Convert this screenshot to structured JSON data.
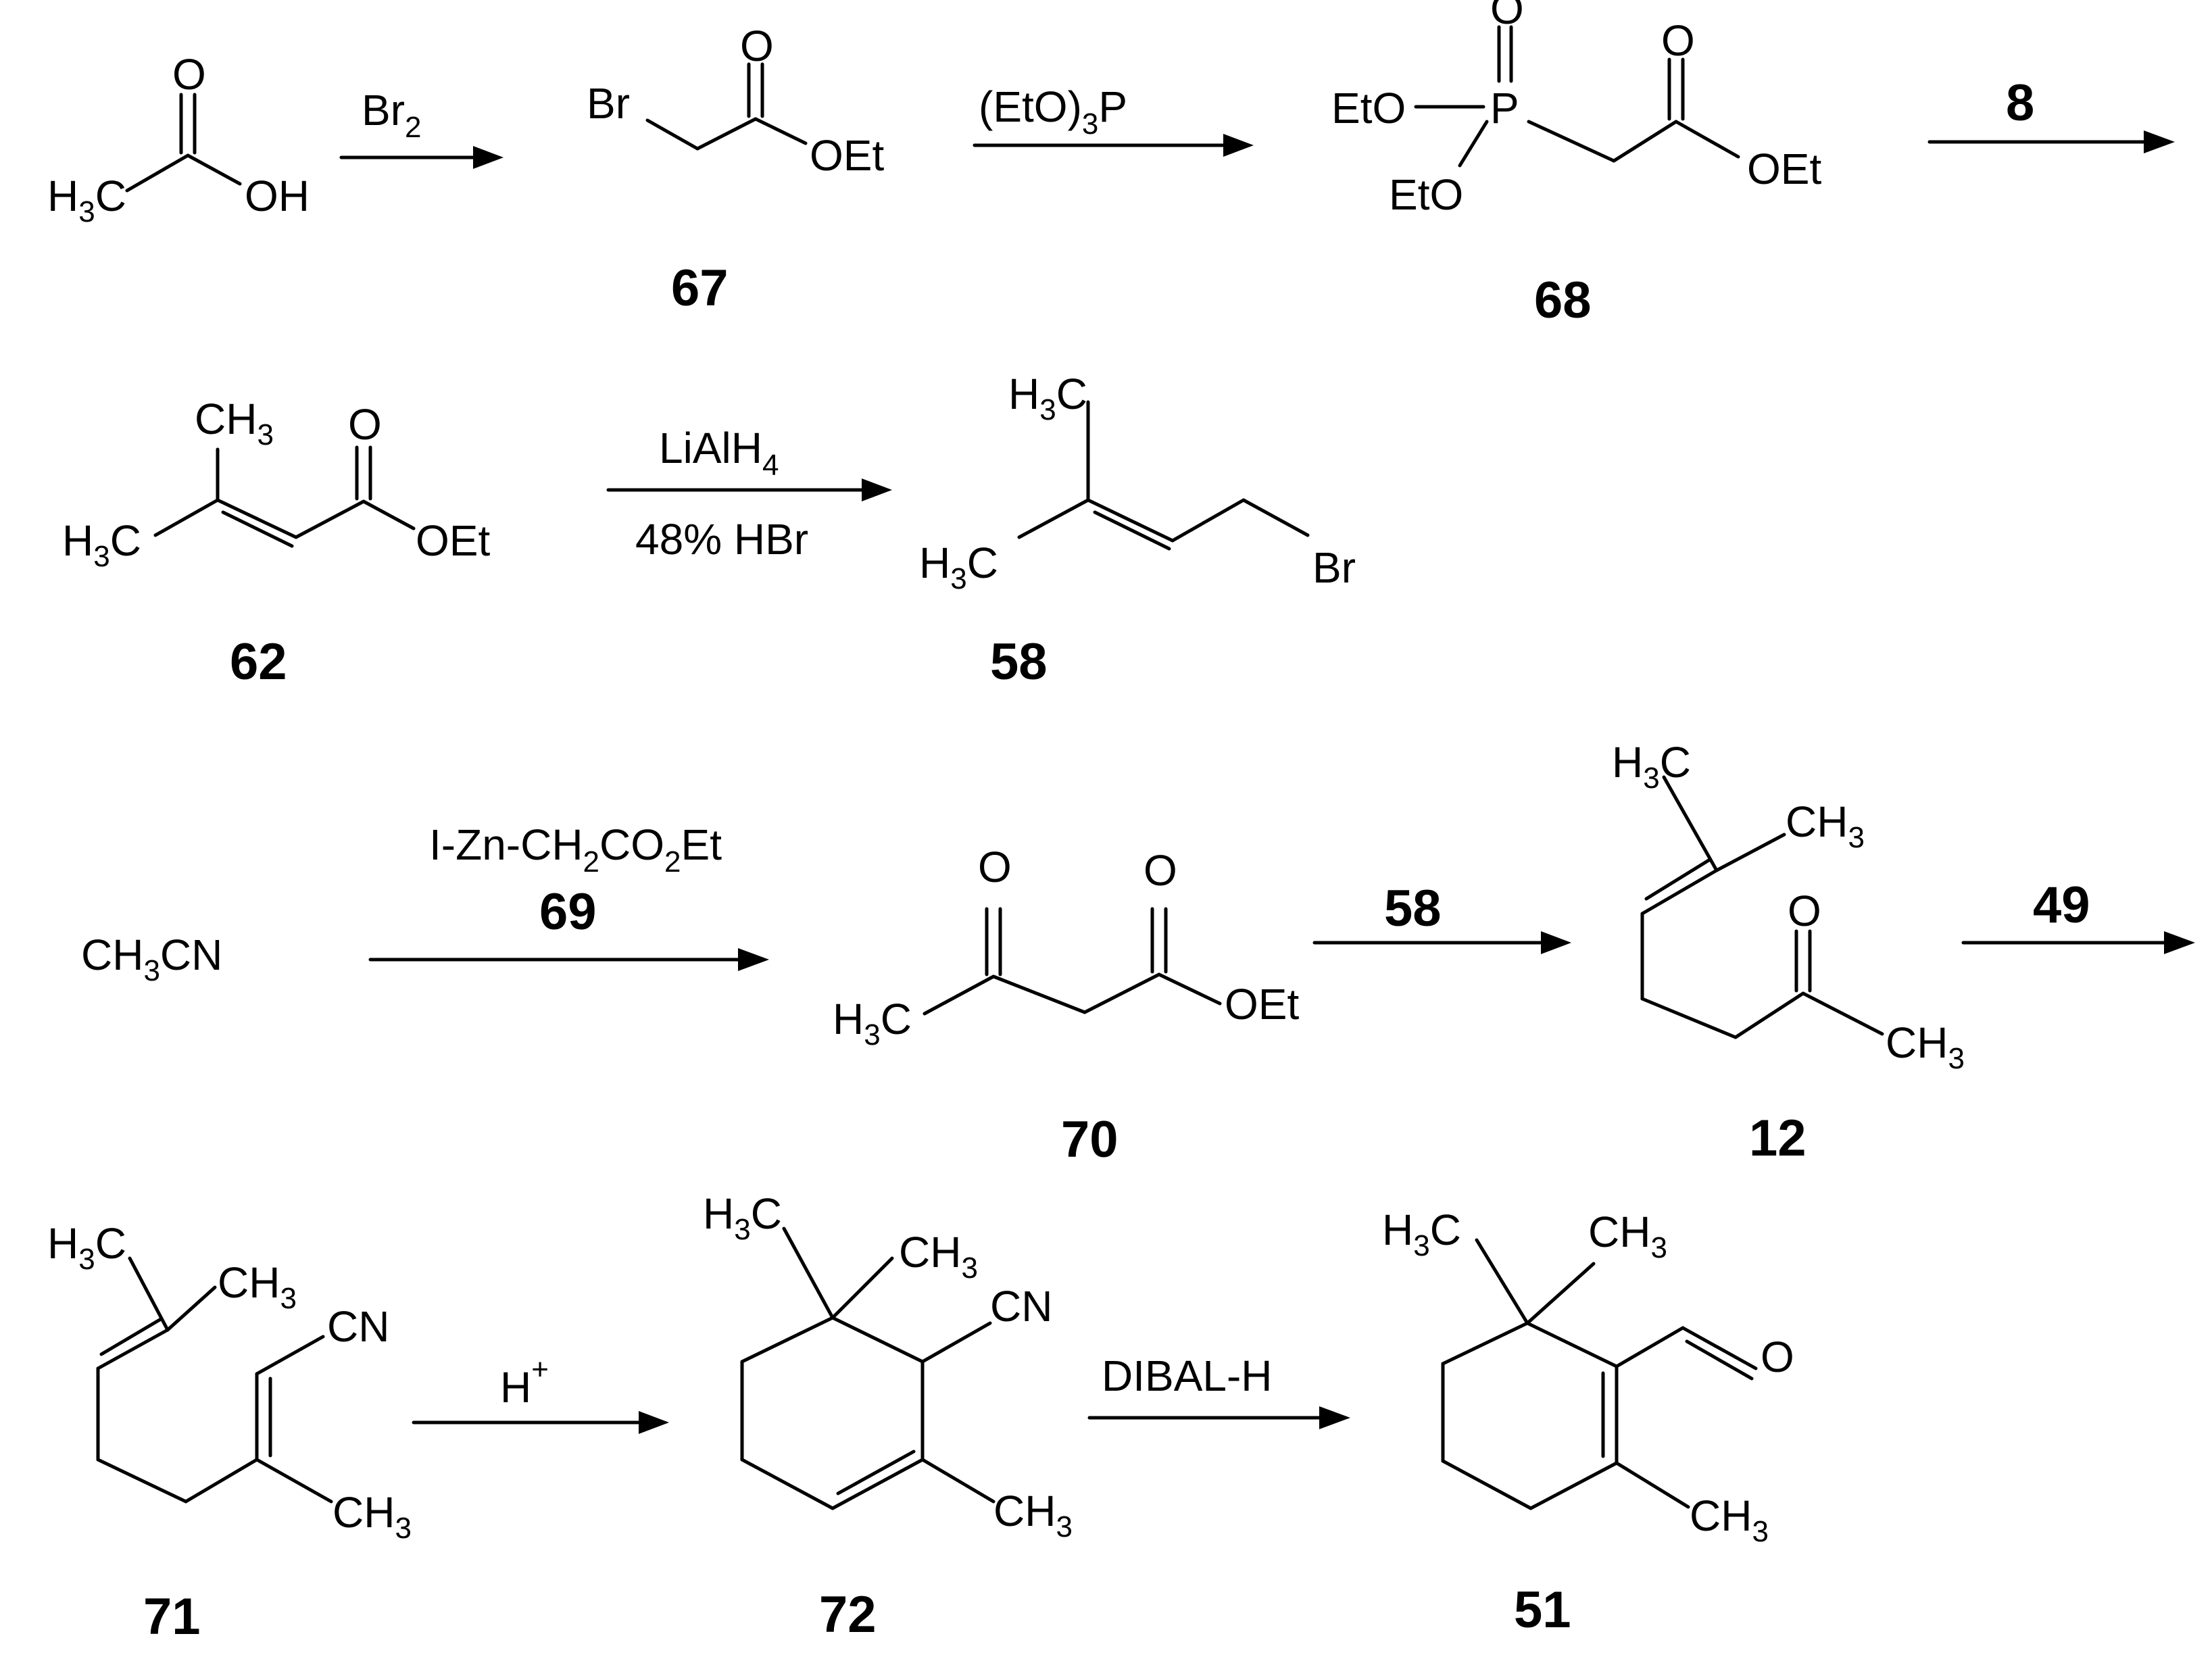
{
  "r1": {
    "acetic_acid": {
      "o": "O",
      "h3c": "H",
      "h3c_sub": "3",
      "h3c_c": "C",
      "oh": "OH"
    },
    "arrow1": {
      "br": "Br",
      "br_sub": "2"
    },
    "c67": {
      "br": "Br",
      "o": "O",
      "oet": "OEt",
      "label": "67"
    },
    "arrow2": {
      "pre": "(EtO)",
      "sub": "3",
      "post": "P"
    },
    "c68": {
      "eto1": "EtO",
      "p": "P",
      "o_p": "O",
      "o_c": "O",
      "eto2": "EtO",
      "oet": "OEt",
      "label": "68"
    },
    "arrow3": {
      "label": "8"
    }
  },
  "r2": {
    "c62": {
      "ch3_top": "CH",
      "ch3_top_sub": "3",
      "o": "O",
      "h3c": "H",
      "h3c_sub": "3",
      "h3c_c": "C",
      "oet": "OEt",
      "label": "62"
    },
    "arrow": {
      "top": "LiAlH",
      "top_sub": "4",
      "bottom": "48% HBr"
    },
    "c58": {
      "h3c_top": "H",
      "h3c_top_sub": "3",
      "h3c_top_c": "C",
      "h3c_bot": "H",
      "h3c_bot_sub": "3",
      "h3c_bot_c": "C",
      "br": "Br",
      "label": "58"
    }
  },
  "r3": {
    "ch3cn": {
      "pre": "CH",
      "sub": "3",
      "post": "CN"
    },
    "arrow1": {
      "r_a": "I-Zn-CH",
      "r_sub1": "2",
      "r_b": "CO",
      "r_sub2": "2",
      "r_c": "Et",
      "label": "69"
    },
    "c70": {
      "o1": "O",
      "o2": "O",
      "h3c": "H",
      "h3c_sub": "3",
      "h3c_c": "C",
      "oet": "OEt",
      "label": "70"
    },
    "arrow2": {
      "label": "58"
    },
    "c12": {
      "h3c": "H",
      "h3c_sub": "3",
      "h3c_c": "C",
      "ch3_top": "CH",
      "ch3_top_sub": "3",
      "o": "O",
      "ch3_bot": "CH",
      "ch3_bot_sub": "3",
      "label": "12"
    },
    "arrow3": {
      "label": "49"
    }
  },
  "r4": {
    "c71": {
      "h3c": "H",
      "h3c_sub": "3",
      "h3c_c": "C",
      "ch3_a": "CH",
      "ch3_a_sub": "3",
      "cn": "CN",
      "ch3_b": "CH",
      "ch3_b_sub": "3",
      "label": "71"
    },
    "arrow1": {
      "h": "H",
      "sup": "+"
    },
    "c72": {
      "h3c": "H",
      "h3c_sub": "3",
      "h3c_c": "C",
      "ch3_a": "CH",
      "ch3_a_sub": "3",
      "cn": "CN",
      "ch3_b": "CH",
      "ch3_b_sub": "3",
      "label": "72"
    },
    "arrow2": {
      "label": "DIBAL-H"
    },
    "c51": {
      "h3c": "H",
      "h3c_sub": "3",
      "h3c_c": "C",
      "ch3_a": "CH",
      "ch3_a_sub": "3",
      "o": "O",
      "ch3_b": "CH",
      "ch3_b_sub": "3",
      "label": "51"
    }
  }
}
